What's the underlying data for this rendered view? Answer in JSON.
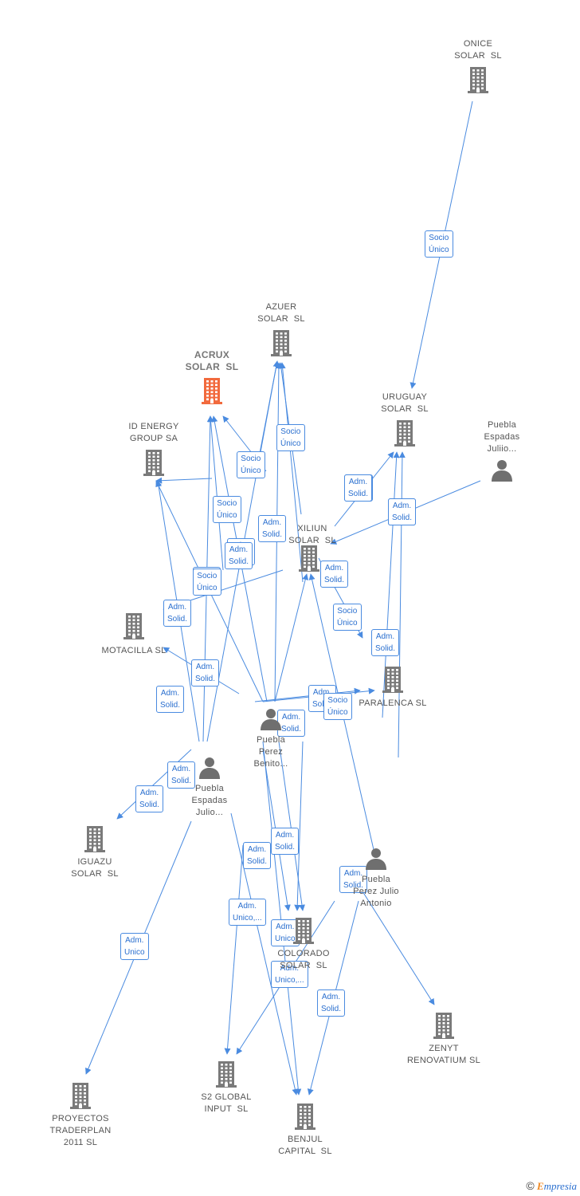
{
  "colors": {
    "edge": "#4a8be0",
    "company": "#7a7a7a",
    "main_company": "#f26a3d",
    "person": "#6f6f6f"
  },
  "nodes": [
    {
      "id": "onice",
      "type": "company",
      "label": "ONICE\nSOLAR  SL"
    },
    {
      "id": "azuer",
      "type": "company",
      "label": "AZUER\nSOLAR  SL"
    },
    {
      "id": "acrux",
      "type": "company",
      "label": "ACRUX\nSOLAR  SL",
      "main": true
    },
    {
      "id": "uruguay",
      "type": "company",
      "label": "URUGUAY\nSOLAR  SL"
    },
    {
      "id": "idenergy",
      "type": "company",
      "label": "ID ENERGY\nGROUP SA"
    },
    {
      "id": "puebla_espadas_juliio",
      "type": "person",
      "label": "Puebla\nEspadas\nJuliio..."
    },
    {
      "id": "xiliun",
      "type": "company",
      "label": "XILIUN\nSOLAR  SL"
    },
    {
      "id": "motacilla",
      "type": "company",
      "label": "MOTACILLA SL"
    },
    {
      "id": "paralenca",
      "type": "company",
      "label": "PARALENCA SL"
    },
    {
      "id": "puebla_perez_benito",
      "type": "person",
      "label": "Puebla\nPerez\nBenito..."
    },
    {
      "id": "puebla_espadas_julio",
      "type": "person",
      "label": "Puebla\nEspadas\nJulio..."
    },
    {
      "id": "iguazu",
      "type": "company",
      "label": "IGUAZU\nSOLAR  SL"
    },
    {
      "id": "puebla_perez_julio",
      "type": "person",
      "label": "Puebla\nPerez Julio\nAntonio"
    },
    {
      "id": "colorado",
      "type": "company",
      "label": "COLORADO\nSOLAR  SL"
    },
    {
      "id": "zenyt",
      "type": "company",
      "label": "ZENYT\nRENOVATIUM SL"
    },
    {
      "id": "proyectos",
      "type": "company",
      "label": "PROYECTOS\nTRADERPLAN\n2011 SL"
    },
    {
      "id": "s2global",
      "type": "company",
      "label": "S2 GLOBAL\nINPUT  SL"
    },
    {
      "id": "benjul",
      "type": "company",
      "label": "BENJUL\nCAPITAL  SL"
    }
  ],
  "edge_labels": [
    "Socio\nÚnico",
    "Socio\nÚnico",
    "Socio\nÚnico",
    "Socio\nÚnico",
    "Socio\nÚnico",
    "Adm.\nSolid.",
    "Adm.\nSolid.",
    "Adm.\nSolid.",
    "Adm.\nSolid.",
    "Adm.\nSolid.",
    "Socio\nÚnico",
    "Socio\nÚnico",
    "Adm.\nSolid.",
    "Adm.\nSolid.",
    "Adm.\nSolid.",
    "Adm.\nSolid.",
    "Adm.\nSolid.",
    "Adm.\nSolid.",
    "Adm.\nSolid.",
    "Adm.\nSolid.",
    "Adm.\nSolid.",
    "Socio\nÚnico",
    "Adm.\nSolid.",
    "Adm.\nSolid.",
    "Adm.\nSolid.",
    "Adm.\nUnico",
    "Adm.\nUnico,...",
    "Adm.\nUnico",
    "Adm.\nSolid.",
    "Adm.\nSolid.",
    "Adm.\nUnico,...",
    "Adm.\nSolid."
  ],
  "footer": {
    "copyright": "©",
    "brand_first": "E",
    "brand_rest": "mpresia"
  }
}
